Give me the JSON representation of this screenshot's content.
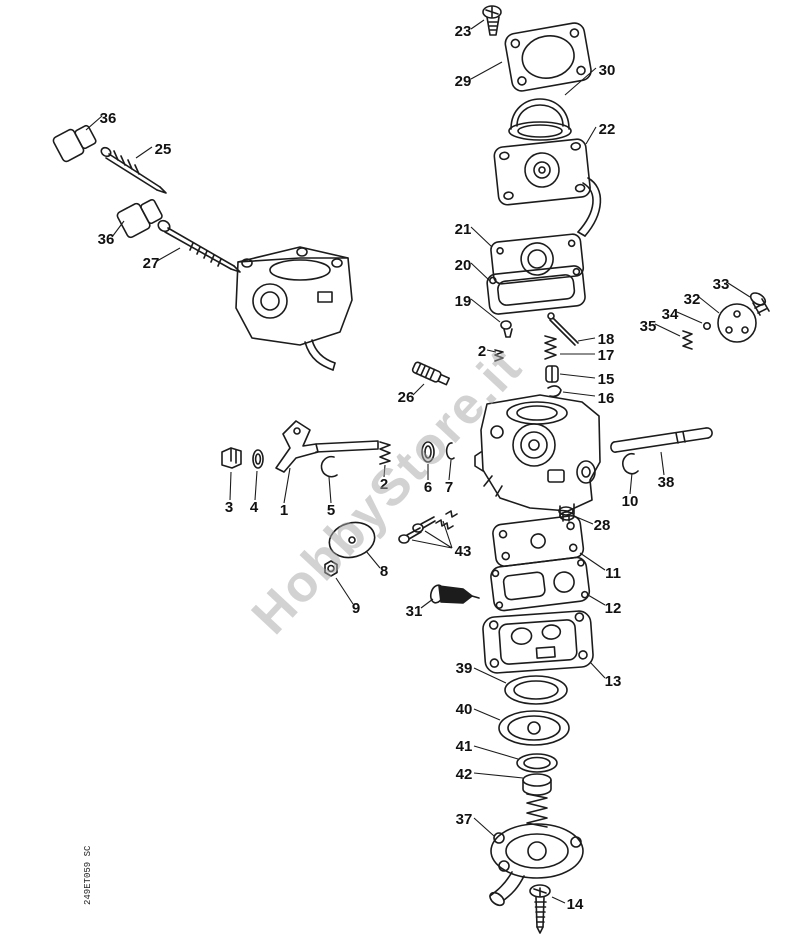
{
  "diagram": {
    "watermark": "HobbyStore.it",
    "side_code": "249ET059 SC",
    "line_color": "#1c1c1c",
    "watermark_color": "#a6a6a6",
    "background": "#ffffff"
  },
  "callouts": [
    "23",
    "29",
    "30",
    "22",
    "21",
    "20",
    "19",
    "33",
    "32",
    "34",
    "35",
    "18",
    "17",
    "15",
    "16",
    "2",
    "26",
    "36",
    "25",
    "36",
    "27",
    "3",
    "4",
    "1",
    "5",
    "2",
    "6",
    "7",
    "10",
    "38",
    "28",
    "11",
    "12",
    "13",
    "8",
    "9",
    "43",
    "31",
    "39",
    "40",
    "41",
    "42",
    "37",
    "14"
  ]
}
